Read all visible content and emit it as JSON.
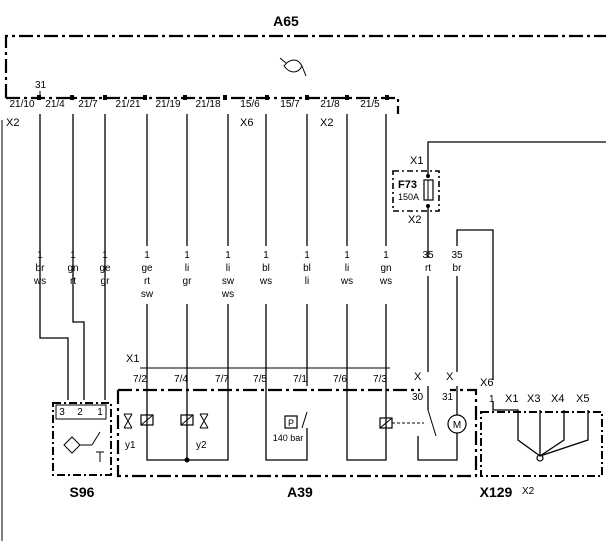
{
  "module_top": {
    "name": "A65",
    "ground_pin": "31",
    "connector_labels": [
      "X2",
      "X6",
      "X2"
    ],
    "pins": [
      "21/10",
      "21/4",
      "21/7",
      "21/21",
      "21/19",
      "21/18",
      "15/6",
      "15/7",
      "21/8",
      "21/5"
    ]
  },
  "wires": [
    {
      "gauge": "1",
      "color1": "br",
      "color2": "ws",
      "color3": ""
    },
    {
      "gauge": "1",
      "color1": "gn",
      "color2": "rt",
      "color3": ""
    },
    {
      "gauge": "1",
      "color1": "ge",
      "color2": "gr",
      "color3": ""
    },
    {
      "gauge": "1",
      "color1": "ge",
      "color2": "rt",
      "color3": "sw"
    },
    {
      "gauge": "1",
      "color1": "li",
      "color2": "gr",
      "color3": ""
    },
    {
      "gauge": "1",
      "color1": "li",
      "color2": "sw",
      "color3": "ws"
    },
    {
      "gauge": "1",
      "color1": "bl",
      "color2": "ws",
      "color3": ""
    },
    {
      "gauge": "1",
      "color1": "bl",
      "color2": "li",
      "color3": ""
    },
    {
      "gauge": "1",
      "color1": "li",
      "color2": "ws",
      "color3": ""
    },
    {
      "gauge": "1",
      "color1": "gn",
      "color2": "ws",
      "color3": ""
    }
  ],
  "power_wires": [
    {
      "gauge": "35",
      "color": "rt"
    },
    {
      "gauge": "35",
      "color": "br"
    }
  ],
  "fuse": {
    "name": "F73",
    "rating": "150A",
    "top_terminal": "X1",
    "bottom_terminal": "X2"
  },
  "switch_s96": {
    "name": "S96",
    "pins": [
      "3",
      "2",
      "1"
    ]
  },
  "unit_a39": {
    "name": "A39",
    "connector": "X1",
    "pins": [
      "7/2",
      "7/4",
      "7/7",
      "7/5",
      "7/1",
      "7/6",
      "7/3"
    ],
    "valve1": "y1",
    "valve2": "y2",
    "pressure_symbol": "P",
    "pressure_value": "140 bar",
    "motor_symbol": "M",
    "pin_x_left": "X",
    "pin_x_right": "X",
    "terminal_30": "30",
    "terminal_31": "31"
  },
  "connector_x129": {
    "name": "X129",
    "connector_label": "X6",
    "pin1": "1",
    "terminals": [
      "X1",
      "X3",
      "X4",
      "X5"
    ],
    "bottom_terminal": "X2"
  }
}
